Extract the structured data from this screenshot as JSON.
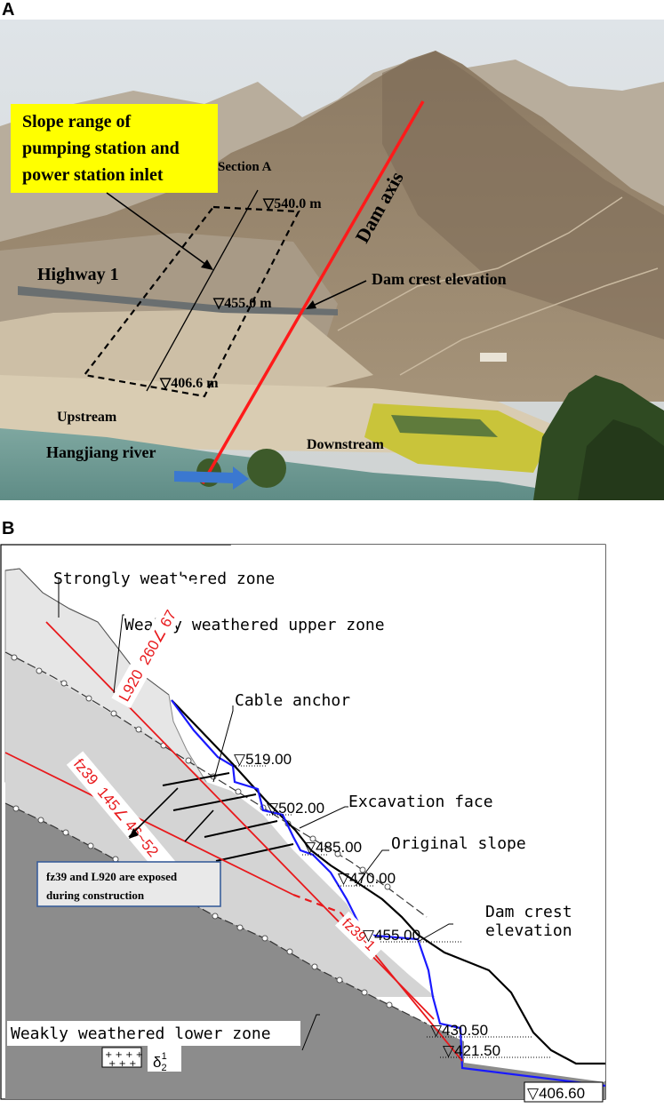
{
  "panel_a": {
    "letter": "A",
    "callout": [
      "Slope range of",
      "pumping station and",
      "power station inlet"
    ],
    "section_label": "Section A",
    "elev_top": "▽540.0 m",
    "elev_mid": "▽455.0 m",
    "elev_bottom": "▽406.6 m",
    "highway": "Highway 1",
    "dam_axis": "Dam axis",
    "dam_crest": "Dam crest elevation",
    "upstream": "Upstream",
    "downstream": "Downstream",
    "river": "Hangjiang river"
  },
  "panel_b": {
    "letter": "B",
    "strongly_weathered": "Strongly weathered zone",
    "weakly_upper": "Weakly weathered upper zone",
    "cable_anchor": "Cable anchor",
    "excavation_face": "Excavation face",
    "original_slope": "Original slope",
    "dam_crest": [
      "Dam crest",
      "elevation"
    ],
    "weakly_lower": "Weakly weathered lower zone",
    "fault_l920": "L920  260∠ 67",
    "fault_fz39": "fz39  145∠ 46~52",
    "fault_fz39_1": "fz39-1",
    "exposed_note": [
      "fz39 and L920 are exposed",
      "during construction"
    ],
    "legend_symbol": "δ",
    "legend_sub": "2",
    "legend_sup": "1",
    "elevations": [
      "▽519.00",
      "▽502.00",
      "▽485.00",
      "▽470.00",
      "▽455.00",
      "▽430.50",
      "▽421.50",
      "▽406.60"
    ]
  },
  "colors": {
    "fault_red": "#e8191c",
    "excavation_blue": "#1a1aff",
    "callout_yellow": "#ffff00",
    "strong_zone": "#e6e6e6",
    "upper_zone": "#cfcfcf",
    "lower_zone": "#8c8c8c"
  }
}
